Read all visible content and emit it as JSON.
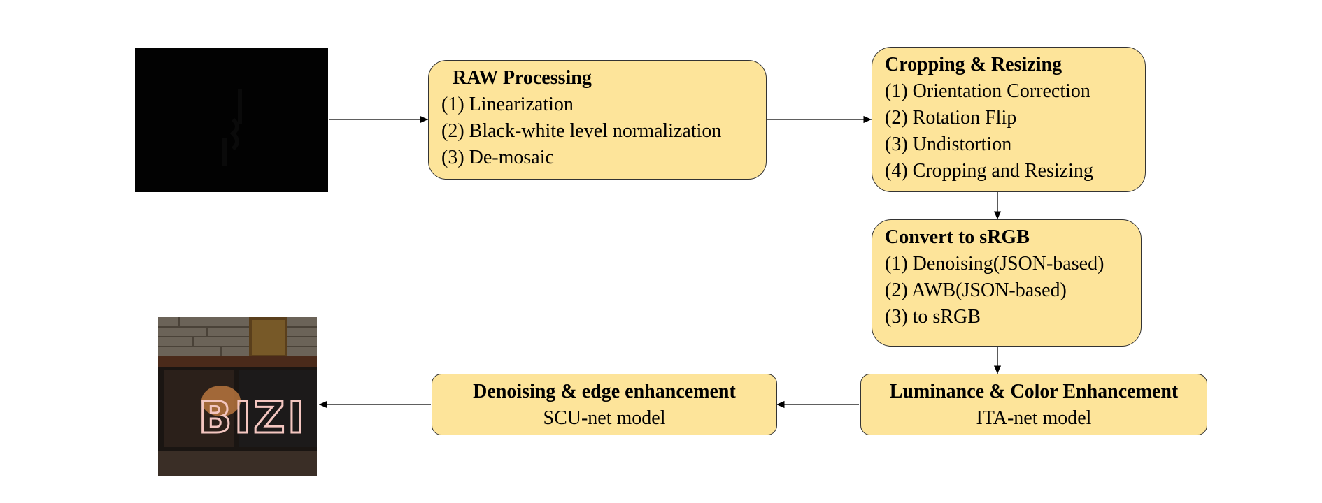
{
  "colors": {
    "box_fill": "#fde49a",
    "box_border": "#333333",
    "arrow": "#000000"
  },
  "input_image": {
    "description_icon": "dark-raw-image-icon"
  },
  "output_image": {
    "description_icon": "enhanced-neon-sign-image-icon",
    "sign_text": "BIZI"
  },
  "raw_processing": {
    "title": "RAW Processing",
    "items": [
      "(1) Linearization",
      "(2) Black-white level normalization",
      "(3) De-mosaic"
    ]
  },
  "cropping": {
    "title": "Cropping & Resizing",
    "items": [
      "(1) Orientation Correction",
      "(2) Rotation Flip",
      "(3) Undistortion",
      "(4) Cropping and Resizing"
    ]
  },
  "convert": {
    "title": "Convert to sRGB",
    "items": [
      "(1) Denoising(JSON-based)",
      "(2) AWB(JSON-based)",
      "(3) to sRGB"
    ]
  },
  "luminance": {
    "title": "Luminance & Color Enhancement",
    "subtitle": "ITA-net model"
  },
  "denoising": {
    "title": "Denoising & edge enhancement",
    "subtitle": "SCU-net model"
  }
}
